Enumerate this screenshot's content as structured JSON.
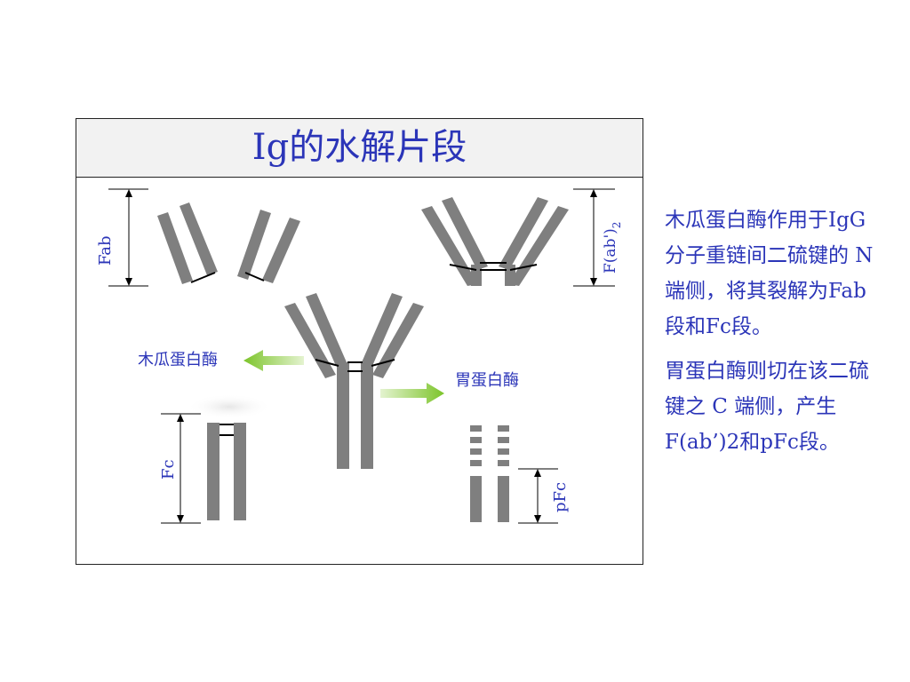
{
  "title": "Ig的水解片段",
  "labels": {
    "fab": "Fab",
    "fab2": "F(ab')",
    "fab2_sub": "2",
    "papain": "木瓜蛋白酶",
    "pepsin": "胃蛋白酶",
    "fc": "Fc",
    "pfc": "pFc"
  },
  "side_text": {
    "para1": "木瓜蛋白酶作用于IgG分子重链间二硫键的 N 端侧，将其裂解为Fab段和Fc段。",
    "para2": "胃蛋白酶则切在该二硫键之 C 端侧，产生F(ab’)2和pFc段。"
  },
  "colors": {
    "text": "#2b35b8",
    "chain": "#7f7f7f",
    "arrow": "#8fcc3c"
  }
}
